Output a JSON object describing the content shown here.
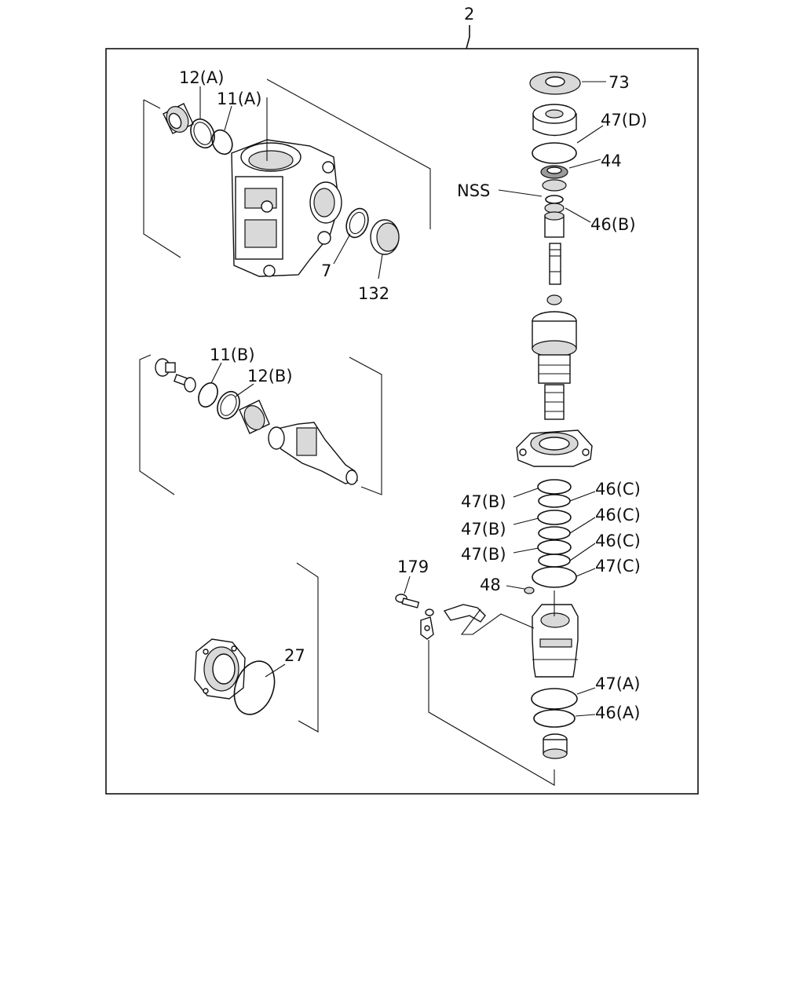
{
  "labels": {
    "assembly": "2",
    "p12a": "12(A)",
    "p11a": "11(A)",
    "p7": "7",
    "p132": "132",
    "p11b": "11(B)",
    "p12b": "12(B)",
    "p27": "27",
    "p73": "73",
    "p47d": "47(D)",
    "p44": "44",
    "pnss": "NSS",
    "p46b": "46(B)",
    "p47b_1": "47(B)",
    "p47b_2": "47(B)",
    "p47b_3": "47(B)",
    "p46c_1": "46(C)",
    "p46c_2": "46(C)",
    "p46c_3": "46(C)",
    "p47c": "47(C)",
    "p179": "179",
    "p48": "48",
    "p47a": "47(A)",
    "p46a": "46(A)"
  }
}
